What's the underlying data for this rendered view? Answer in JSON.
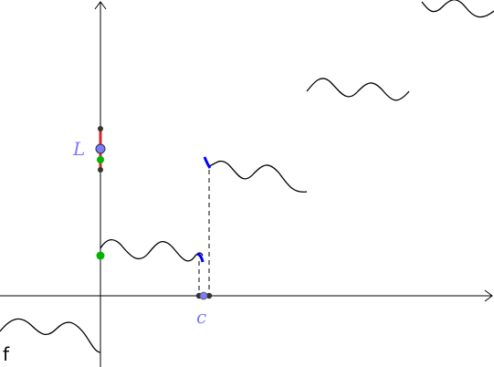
{
  "labels": {
    "limit": "L",
    "point": "c",
    "function": "f"
  },
  "colors": {
    "curve": "#000000",
    "highlight": "#0000ff",
    "interval": "#d62828",
    "limit_point": "#7b7bff",
    "label_blue": "#7b7bff",
    "green_point": "#00b400",
    "dark_point": "#333333",
    "axis": "#000000"
  }
}
